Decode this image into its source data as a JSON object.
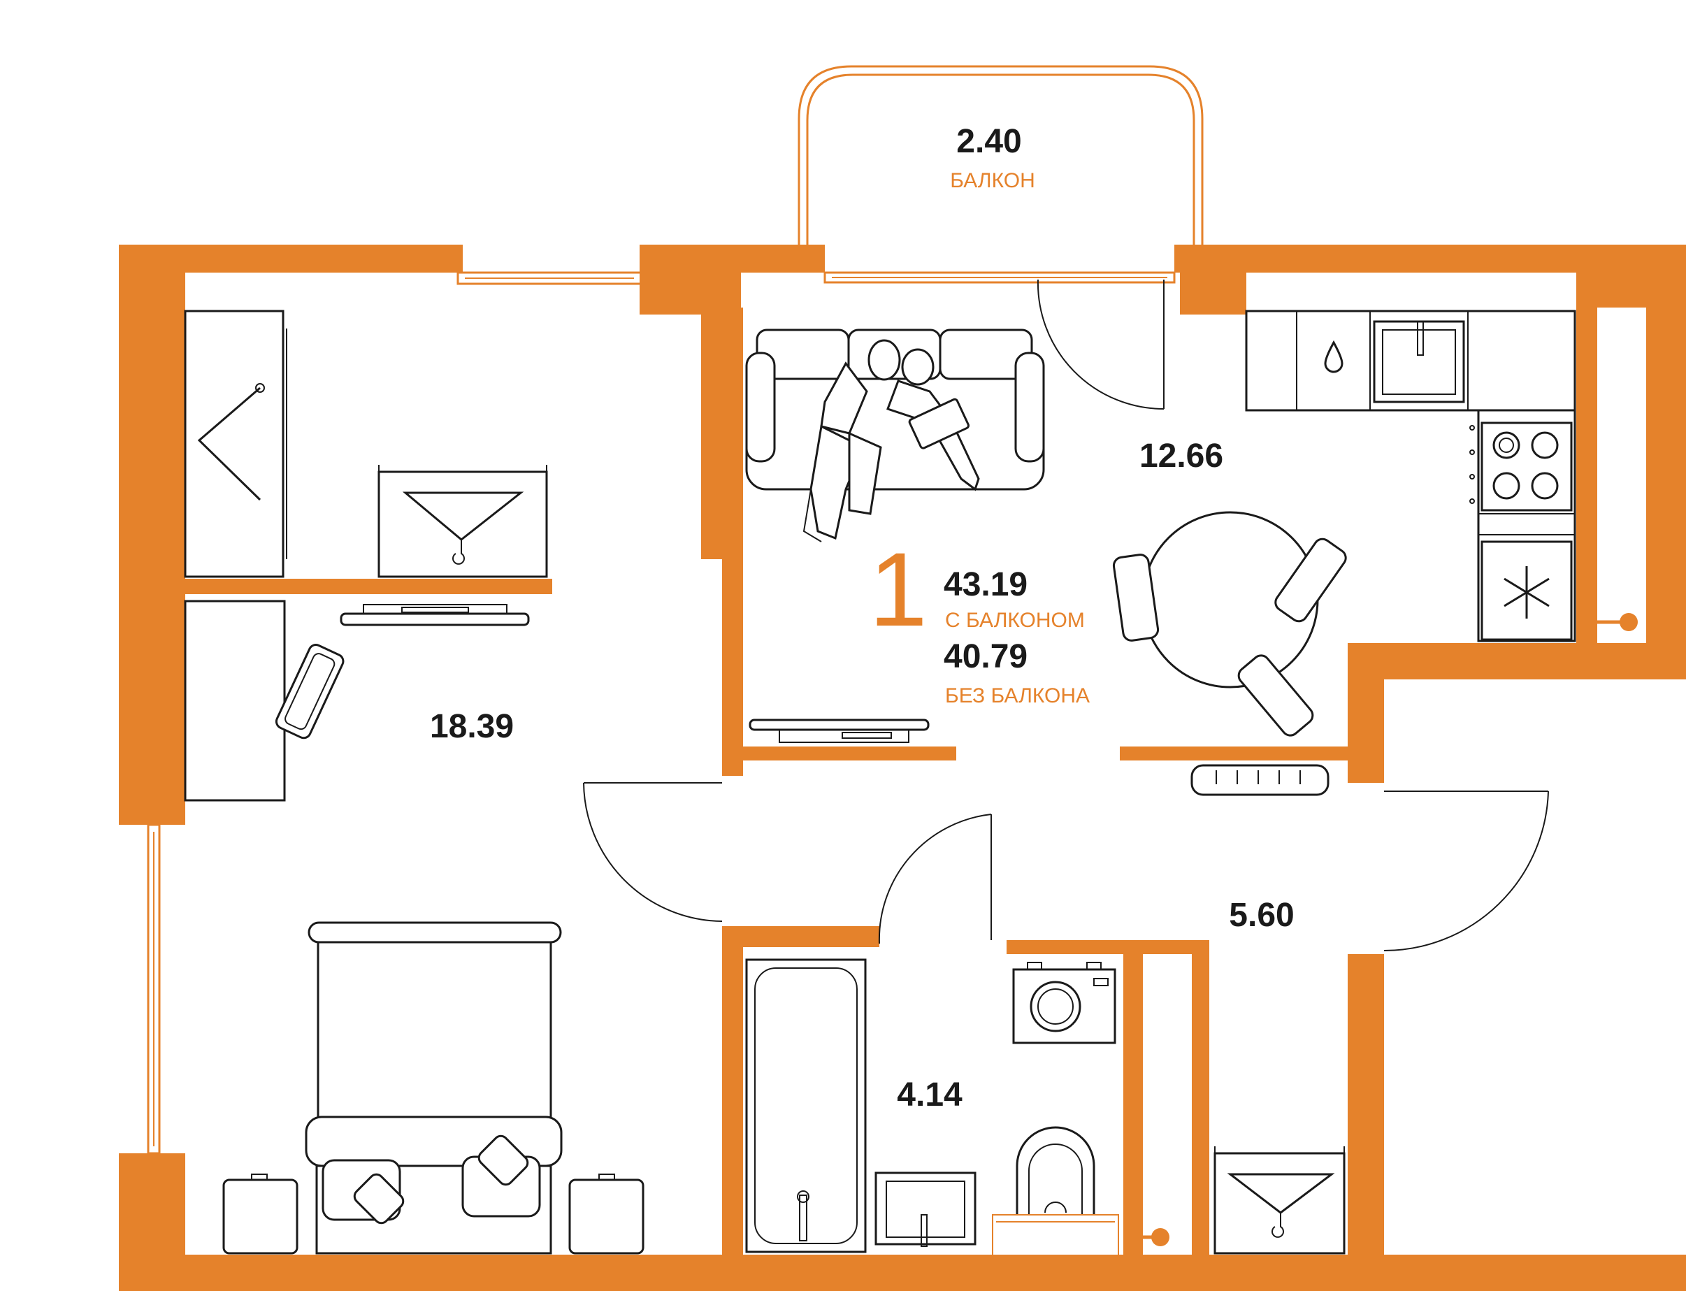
{
  "colors": {
    "wall": "#e5822b",
    "line": "#1a1a1a",
    "background": "#ffffff"
  },
  "rooms_count": "1",
  "total": {
    "with_balcony_area": "43.19",
    "with_balcony_label": "С БАЛКОНОМ",
    "without_balcony_area": "40.79",
    "without_balcony_label": "БЕЗ БАЛКОНА"
  },
  "rooms": {
    "balcony_area": "2.40",
    "balcony_label": "БАЛКОН",
    "kitchen_living_area": "12.66",
    "bedroom_area": "18.39",
    "hallway_area": "5.60",
    "bathroom_area": "4.14"
  },
  "icons": {
    "stove": "stove-icon",
    "fridge": "snowflake-icon",
    "sink": "water-drop-icon",
    "wardrobe": "hanger-icon",
    "washer": "washing-machine-icon"
  }
}
